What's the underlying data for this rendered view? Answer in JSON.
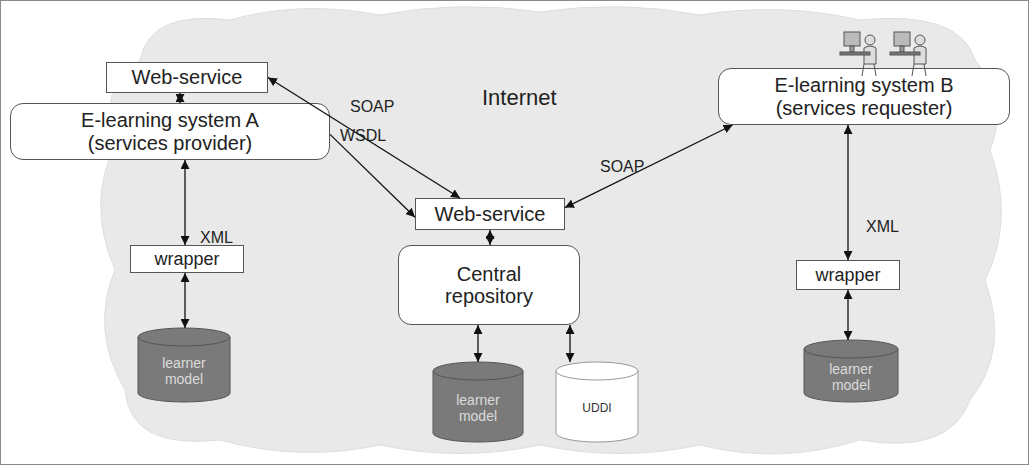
{
  "diagram": {
    "nodes": [
      {
        "text": [
          "Internet"
        ]
      },
      {
        "text": [
          "Web-service"
        ],
        "in": 0
      },
      {
        "text": [
          "E-learning system A (services provider)"
        ],
        "in": 0
      },
      {
        "text": [
          "wrapper"
        ],
        "in": 0
      },
      {
        "text": [
          "learner model"
        ],
        "in": 0
      },
      {
        "text": [
          "Web-service"
        ],
        "in": 0
      },
      {
        "text": [
          "Central repository"
        ],
        "in": 0
      },
      {
        "text": [
          "learner model"
        ],
        "in": 0
      },
      {
        "text": [
          "UDDI"
        ],
        "in": 0
      },
      {
        "text": [
          "E-learning system B (services requester)"
        ],
        "in": 0
      },
      {
        "text": [
          "wrapper"
        ],
        "in": 0
      },
      {
        "text": [
          "learner model"
        ],
        "in": 0
      }
    ],
    "edges": [
      {
        "from": 1,
        "to": 2,
        "arrow": "both"
      },
      {
        "from": 1,
        "to": 5,
        "label": "SOAP",
        "arrow": "both"
      },
      {
        "from": 2,
        "to": 5,
        "label": "WSDL",
        "arrow": "to"
      },
      {
        "from": 2,
        "to": 3,
        "label": "XML",
        "arrow": "both"
      },
      {
        "from": 3,
        "to": 4,
        "arrow": "both"
      },
      {
        "from": 5,
        "to": 6,
        "arrow": "both"
      },
      {
        "from": 6,
        "to": 7,
        "arrow": "both"
      },
      {
        "from": 6,
        "to": 8,
        "arrow": "both"
      },
      {
        "from": 5,
        "to": 9,
        "label": "SOAP",
        "arrow": "both"
      },
      {
        "from": 9,
        "to": 10,
        "label": "XML",
        "arrow": "both"
      },
      {
        "from": 10,
        "to": 11,
        "arrow": "both"
      }
    ]
  }
}
